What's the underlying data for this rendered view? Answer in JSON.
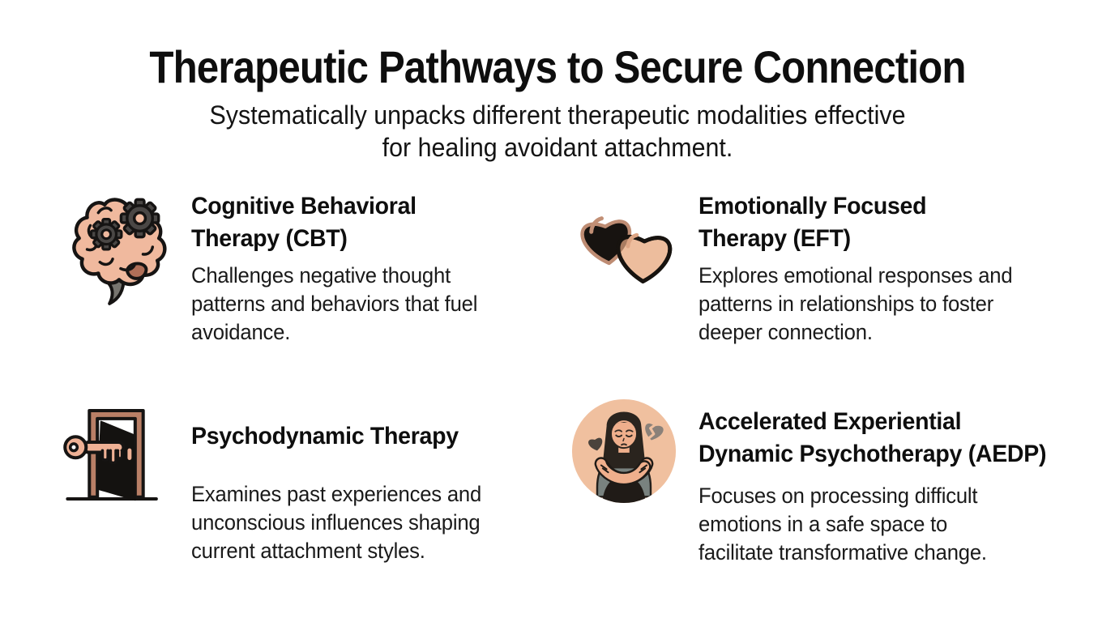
{
  "header": {
    "title": "Therapeutic Pathways to Secure Connection",
    "subtitle": "Systematically unpacks different therapeutic modalities effective\nfor healing avoidant attachment."
  },
  "cards": [
    {
      "id": "cbt",
      "icon": "brain-gears-icon",
      "title": "Cognitive Behavioral\nTherapy (CBT)",
      "description": "Challenges negative thought\npatterns and behaviors that fuel\navoidance."
    },
    {
      "id": "eft",
      "icon": "overlapping-hearts-icon",
      "title": "Emotionally Focused\nTherapy (EFT)",
      "description": "Explores emotional responses and\npatterns in relationships to foster\ndeeper connection."
    },
    {
      "id": "psychodynamic",
      "icon": "key-open-door-icon",
      "title": "Psychodynamic Therapy",
      "description": "Examines past experiences and\nunconscious influences shaping\ncurrent attachment styles."
    },
    {
      "id": "aedp",
      "icon": "self-embrace-person-icon",
      "title": "Accelerated Experiential\nDynamic Psychotherapy (AEDP)",
      "description": "Focuses on processing difficult\nemotions in a safe space to\nfacilitate transformative change."
    }
  ],
  "colors": {
    "background": "#ffffff",
    "text": "#141414",
    "skin_peach": "#F0B99E",
    "skin_light": "#EDBD9D",
    "outline_dark": "#161413",
    "gear_gray": "#4A4745",
    "brown_frame": "#B97F66",
    "overlap_brown": "#A97C61",
    "cerebellum_brown": "#B06F58",
    "shirt_gray": "#79827F",
    "muted_heart_gray": "#8B8179"
  }
}
